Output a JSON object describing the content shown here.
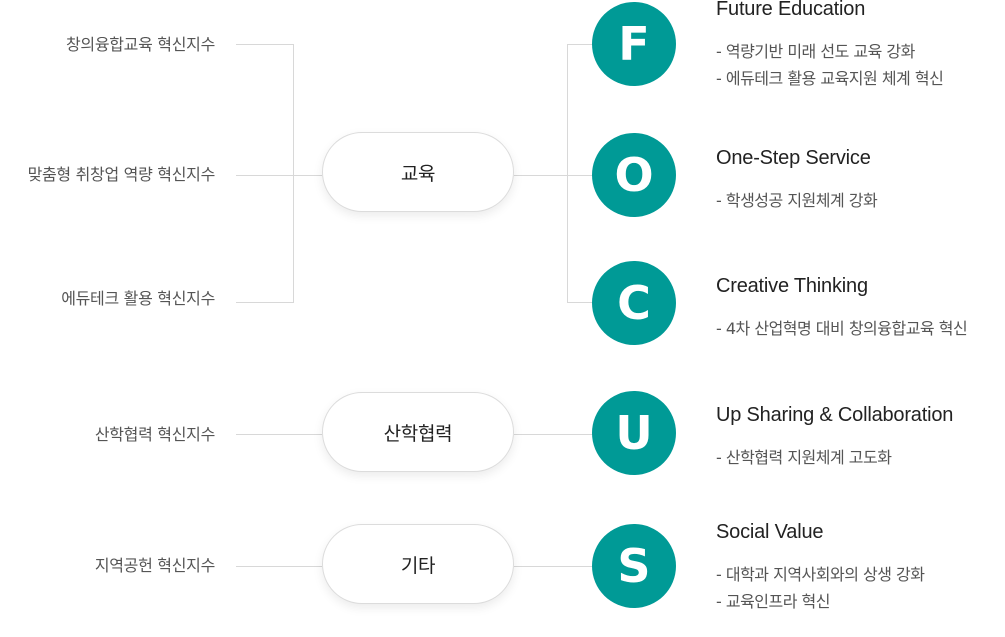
{
  "index_labels": [
    "창의융합교육 혁신지수",
    "맞춤형 취창업 역량 혁신지수",
    "에듀테크 활용 혁신지수",
    "산학협력 혁신지수",
    "지역공헌 혁신지수"
  ],
  "categories": [
    "교육",
    "산학협력",
    "기타"
  ],
  "focus": [
    {
      "letter": "F",
      "title": "Future Education",
      "items": [
        "- 역량기반 미래 선도 교육 강화",
        "- 에듀테크 활용 교육지원 체계 혁신"
      ]
    },
    {
      "letter": "O",
      "title": "One-Step Service",
      "items": [
        "- 학생성공 지원체계 강화"
      ]
    },
    {
      "letter": "C",
      "title": "Creative Thinking",
      "items": [
        "- 4차 산업혁명 대비 창의융합교육 혁신"
      ]
    },
    {
      "letter": "U",
      "title": "Up Sharing & Collaboration",
      "items": [
        "- 산학협력 지원체계 고도화"
      ]
    },
    {
      "letter": "S",
      "title": "Social Value",
      "items": [
        "- 대학과 지역사회와의 상생 강화",
        "- 교육인프라 혁신"
      ]
    }
  ],
  "colors": {
    "accent": "#009a96",
    "line": "#d8d8d8"
  }
}
